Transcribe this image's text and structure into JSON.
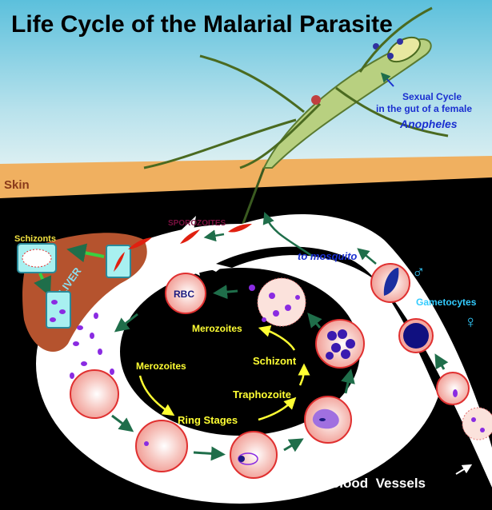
{
  "title": "Life Cycle of the Malarial Parasite",
  "labels": {
    "sexual_cycle_line1": "Sexual Cycle",
    "sexual_cycle_line2": "in the gut of a female",
    "anopheles": "Anopheles",
    "skin": "Skin",
    "sporozoites": "SPOROZOITES",
    "schizonts": "Schizonts",
    "liver": "LIVER",
    "to_mosquito": "to mosquito",
    "male_symbol": "♂",
    "female_symbol": "♀",
    "gametocytes": "Gametocytes",
    "rbc": "RBC",
    "merozoites_top": "Merozoites",
    "merozoites_left": "Merozoites",
    "schizont": "Schizont",
    "trophozoite": "Traphozoite",
    "ring_stages": "Ring Stages",
    "blood_vessels": "Blood  Vessels"
  },
  "colors": {
    "title": "#000000",
    "skin": "#f0b060",
    "skin_label": "#8a3a1a",
    "liver": "#b5532e",
    "rbc_fill": "#f5b5b0",
    "rbc_edge": "#e03030",
    "parasite": "#8a2be2",
    "cycle_text": "#ffff33",
    "arrow_green": "#1f6e4a",
    "gametocyte_label": "#33ccff",
    "to_mosquito": "#1a2fd0",
    "sporozoite_label": "#7a1040"
  }
}
